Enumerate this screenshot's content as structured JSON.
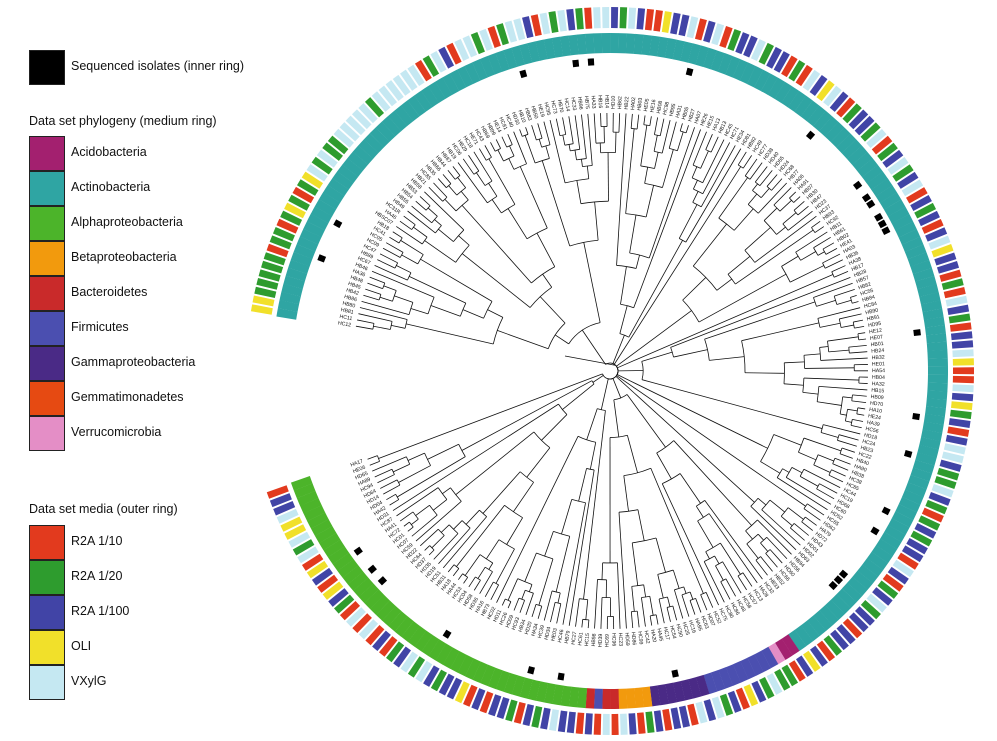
{
  "legend": {
    "inner": {
      "label": "Sequenced isolates (inner ring)",
      "color": "#000000"
    },
    "phylogeny_heading": "Data set phylogeny (medium ring)",
    "phylogeny": [
      {
        "label": "Acidobacteria",
        "color": "#a3206f"
      },
      {
        "label": "Actinobacteria",
        "color": "#2fa5a3"
      },
      {
        "label": "Alphaproteobacteria",
        "color": "#4cb42a"
      },
      {
        "label": "Betaproteobacteria",
        "color": "#f29a0d"
      },
      {
        "label": "Bacteroidetes",
        "color": "#c92a2a"
      },
      {
        "label": "Firmicutes",
        "color": "#4b4fb0"
      },
      {
        "label": "Gammaproteobacteria",
        "color": "#4a2a86"
      },
      {
        "label": "Gemmatimonadetes",
        "color": "#e64a12"
      },
      {
        "label": "Verrucomicrobia",
        "color": "#e48ec6"
      }
    ],
    "media_heading": "Data set media (outer ring)",
    "media": [
      {
        "label": "R2A 1/10",
        "color": "#e23a1e"
      },
      {
        "label": "R2A 1/20",
        "color": "#2e9c2e"
      },
      {
        "label": "R2A 1/100",
        "color": "#4144a6"
      },
      {
        "label": "OLI",
        "color": "#f1e02a"
      },
      {
        "label": "VXylG",
        "color": "#c5e8f2"
      }
    ]
  },
  "tree": {
    "tips": [
      "HC12",
      "HC11",
      "HB81",
      "HB80",
      "HB86",
      "HB42",
      "HB45",
      "HB48",
      "HA36",
      "HB46",
      "HC67",
      "HB89",
      "HC47",
      "HC09",
      "HC05",
      "HC41",
      "HB18",
      "HBSC07",
      "HA46",
      "HC31R",
      "HB49",
      "HB55",
      "HB54",
      "HB53",
      "HB58",
      "HB21",
      "HC85",
      "HB35",
      "HB66",
      "HB44",
      "HB87",
      "HB19",
      "HC06",
      "HB29",
      "HC18",
      "HE71",
      "HC43",
      "HB69",
      "HB99",
      "HE14",
      "HC81",
      "HC40",
      "HD30",
      "HB10",
      "HB83",
      "HB50",
      "HE19",
      "HC95",
      "HC73",
      "HB70",
      "HC14",
      "HC33",
      "HB96",
      "HB75",
      "HA33",
      "HB16",
      "HB14",
      "HD10",
      "HB62",
      "HB22",
      "HA02",
      "HB03",
      "HE05",
      "HE16",
      "HB08",
      "HC98",
      "HB95",
      "HA31",
      "HB05",
      "HB27",
      "HA07",
      "HE26",
      "HE15",
      "HA13",
      "HB13",
      "HC45",
      "HC71",
      "HE34",
      "HD81",
      "HB92",
      "HC49",
      "HC77",
      "HD38",
      "HD40",
      "HD55",
      "HD24",
      "HC68",
      "HB77",
      "HA06",
      "HA91",
      "HB07",
      "HB30",
      "HB47",
      "HD23",
      "HC37",
      "HB93",
      "HC92",
      "HB11",
      "HB61",
      "HB02",
      "HE41",
      "HA03",
      "HB36",
      "HA38",
      "HB17",
      "HB28",
      "HB57",
      "HB82",
      "HC55",
      "HB84",
      "HC84",
      "HB90",
      "HB91",
      "HD95",
      "HE12",
      "HE07",
      "HB01",
      "HB24",
      "HB32",
      "HE01",
      "HA54",
      "HB04",
      "HA32",
      "HB15",
      "HB09",
      "HD70",
      "HA10",
      "HE24",
      "HA39",
      "HC56",
      "HD18",
      "HC24",
      "HB23",
      "HC22",
      "HB40",
      "HA90",
      "HB38",
      "HC38",
      "HC85",
      "HC44",
      "HC19",
      "HD68",
      "HC60",
      "HD52",
      "HC65",
      "HD62",
      "HA79",
      "HD72",
      "HD43",
      "HD01",
      "HD02",
      "HD63",
      "HB94",
      "HD56",
      "HD60",
      "HC66",
      "HB52",
      "HB33",
      "HC32",
      "HA28",
      "HC13",
      "HC57",
      "HC58",
      "HC48",
      "HC86",
      "HC80",
      "HC75",
      "HC52",
      "HD07",
      "HC63",
      "HA95",
      "HC16",
      "HC25",
      "HC90",
      "HC54",
      "HC17",
      "HA45",
      "HA20",
      "HC42",
      "HC99",
      "HD86",
      "HD59",
      "HC23",
      "HC96",
      "HC69",
      "HD39",
      "HB98",
      "HC15",
      "HC61",
      "HC27",
      "HB79",
      "HC46",
      "HE03",
      "HD34",
      "HC39",
      "HA34",
      "HD20",
      "HB34",
      "HC93",
      "HD09",
      "HC26",
      "HD11",
      "HC02",
      "HB73",
      "HA16",
      "HD36",
      "HD58",
      "HC04",
      "HC53",
      "HA44",
      "HA18",
      "HB31",
      "HC51",
      "HD19",
      "HD35",
      "HD37",
      "HC64",
      "HD22",
      "HC59",
      "HC07",
      "HC01",
      "HC72",
      "HA41",
      "HC87",
      "HD31",
      "HA42",
      "HD04",
      "HD14",
      "HD64",
      "HC94",
      "HA89",
      "HD65",
      "HE06",
      "HA17"
    ],
    "inner": [
      0,
      0,
      0,
      0,
      0,
      0,
      0,
      0,
      1,
      0,
      0,
      0,
      0,
      1,
      0,
      0,
      0,
      0,
      0,
      0,
      0,
      0,
      0,
      0,
      0,
      0,
      0,
      0,
      0,
      0,
      0,
      0,
      0,
      0,
      0,
      0,
      0,
      0,
      0,
      0,
      0,
      0,
      0,
      0,
      0,
      1,
      0,
      0,
      0,
      0,
      0,
      0,
      1,
      0,
      1,
      0,
      0,
      0,
      0,
      0,
      0,
      0,
      0,
      0,
      0,
      0,
      0,
      1,
      0,
      0,
      0,
      0,
      0,
      0,
      0,
      0,
      0,
      0,
      0,
      0,
      0,
      0,
      0,
      0,
      0,
      1,
      0,
      0,
      0,
      0,
      0,
      0,
      0,
      0,
      1,
      0,
      1,
      1,
      0,
      1,
      1,
      1,
      0,
      0,
      0,
      0,
      0,
      0,
      0,
      0,
      0,
      0,
      0,
      0,
      0,
      1,
      0,
      0,
      0,
      0,
      0,
      0,
      0,
      0,
      0,
      0,
      1,
      0,
      0,
      0,
      0,
      1,
      0,
      0,
      0,
      0,
      0,
      0,
      0,
      1,
      0,
      0,
      1,
      0,
      0,
      0,
      0,
      0,
      0,
      1,
      1,
      1,
      0,
      0,
      0,
      0,
      0,
      0,
      0,
      0,
      0,
      0,
      0,
      0,
      0,
      0,
      0,
      0,
      0,
      0,
      0,
      0,
      0,
      0,
      0,
      1,
      0,
      0,
      0,
      0,
      0,
      0,
      0,
      0,
      0,
      0,
      0,
      0,
      0,
      0,
      1,
      0,
      0,
      0,
      1,
      0,
      0,
      0,
      0,
      0,
      0,
      0,
      0,
      0,
      0,
      0,
      1,
      0,
      0,
      0,
      0,
      0,
      0,
      0,
      0,
      0,
      0,
      1,
      0,
      1,
      0,
      0,
      1,
      0,
      0,
      0,
      0,
      0,
      0,
      0,
      0,
      0,
      0,
      0,
      0,
      0,
      0,
      1,
      0,
      0,
      0,
      0,
      0,
      0,
      0,
      0,
      0,
      0
    ],
    "phylum": [
      1,
      1,
      1,
      1,
      1,
      1,
      1,
      1,
      1,
      1,
      1,
      1,
      1,
      1,
      1,
      1,
      1,
      1,
      1,
      1,
      1,
      1,
      1,
      1,
      1,
      1,
      1,
      1,
      1,
      1,
      1,
      1,
      1,
      1,
      1,
      1,
      1,
      1,
      1,
      1,
      1,
      1,
      1,
      1,
      1,
      1,
      1,
      1,
      1,
      1,
      1,
      1,
      1,
      1,
      1,
      1,
      1,
      1,
      1,
      1,
      1,
      1,
      1,
      1,
      1,
      1,
      1,
      1,
      1,
      1,
      1,
      1,
      1,
      1,
      1,
      1,
      1,
      1,
      1,
      1,
      1,
      1,
      1,
      1,
      1,
      1,
      1,
      1,
      1,
      1,
      1,
      1,
      1,
      1,
      1,
      1,
      1,
      1,
      1,
      1,
      1,
      1,
      1,
      1,
      1,
      1,
      1,
      1,
      1,
      1,
      1,
      1,
      1,
      1,
      1,
      1,
      1,
      1,
      1,
      1,
      1,
      1,
      1,
      1,
      1,
      1,
      1,
      1,
      1,
      1,
      1,
      1,
      1,
      1,
      1,
      1,
      1,
      1,
      1,
      1,
      1,
      1,
      1,
      1,
      1,
      1,
      1,
      1,
      1,
      1,
      1,
      1,
      1,
      1,
      1,
      1,
      1,
      1,
      1,
      1,
      0,
      0,
      8,
      5,
      5,
      5,
      5,
      5,
      5,
      5,
      5,
      5,
      6,
      6,
      6,
      6,
      6,
      6,
      6,
      3,
      3,
      3,
      3,
      4,
      4,
      5,
      4,
      2,
      2,
      2,
      2,
      2,
      2,
      2,
      2,
      2,
      2,
      2,
      2,
      2,
      2,
      2,
      2,
      2,
      2,
      2,
      2,
      2,
      2,
      2,
      2,
      2,
      2,
      2,
      2,
      2,
      2,
      2,
      2,
      2,
      2,
      2,
      2,
      2,
      2,
      2,
      2,
      2,
      2,
      2,
      2,
      2,
      2,
      2,
      2,
      2,
      2,
      2,
      2,
      2,
      2,
      2,
      2,
      2,
      2,
      2,
      2,
      2,
      2,
      2,
      2
    ],
    "media": [
      3,
      3,
      1,
      1,
      1,
      1,
      1,
      0,
      1,
      1,
      0,
      1,
      3,
      1,
      0,
      1,
      3,
      4,
      1,
      4,
      1,
      1,
      4,
      4,
      4,
      4,
      4,
      1,
      4,
      4,
      4,
      4,
      4,
      4,
      0,
      1,
      4,
      2,
      0,
      4,
      4,
      1,
      4,
      0,
      1,
      4,
      4,
      2,
      0,
      4,
      1,
      4,
      2,
      1,
      0,
      4,
      4,
      2,
      1,
      4,
      2,
      0,
      0,
      3,
      2,
      2,
      4,
      0,
      2,
      4,
      0,
      1,
      2,
      2,
      4,
      1,
      2,
      2,
      0,
      1,
      0,
      4,
      2,
      3,
      4,
      2,
      0,
      1,
      2,
      2,
      1,
      4,
      0,
      1,
      2,
      4,
      1,
      2,
      4,
      0,
      2,
      1,
      2,
      0,
      2,
      4,
      3,
      2,
      2,
      0,
      1,
      0,
      4,
      2,
      1,
      0,
      2,
      2,
      4,
      3,
      0,
      0,
      4,
      2,
      3,
      1,
      2,
      0,
      2,
      4,
      4,
      2,
      1,
      1,
      4,
      2,
      1,
      0,
      1,
      2,
      1,
      2,
      2,
      0,
      4,
      2,
      0,
      1,
      2,
      4,
      1,
      2,
      2,
      0,
      2,
      2,
      1,
      0,
      2,
      3,
      2,
      0,
      1,
      1,
      4,
      1,
      2,
      3,
      0,
      2,
      1,
      4,
      2,
      4,
      0,
      2,
      2,
      0,
      2,
      1,
      0,
      2,
      4,
      0,
      4,
      0,
      2,
      0,
      2,
      2,
      4,
      2,
      1,
      2,
      0,
      1,
      2,
      2,
      0,
      2,
      0,
      3,
      2,
      2,
      1,
      2,
      4,
      1,
      4,
      2,
      1,
      0,
      2,
      0,
      4,
      0,
      4,
      0,
      1,
      2,
      3,
      0,
      2,
      3,
      0,
      4,
      1,
      4,
      3,
      3,
      4,
      2,
      2,
      0,
      3,
      2,
      4,
      1,
      4,
      1,
      3,
      0,
      4,
      1,
      4,
      4,
      3,
      3,
      3,
      3,
      3,
      3,
      3,
      3,
      4,
      4,
      4,
      0,
      0
    ]
  }
}
